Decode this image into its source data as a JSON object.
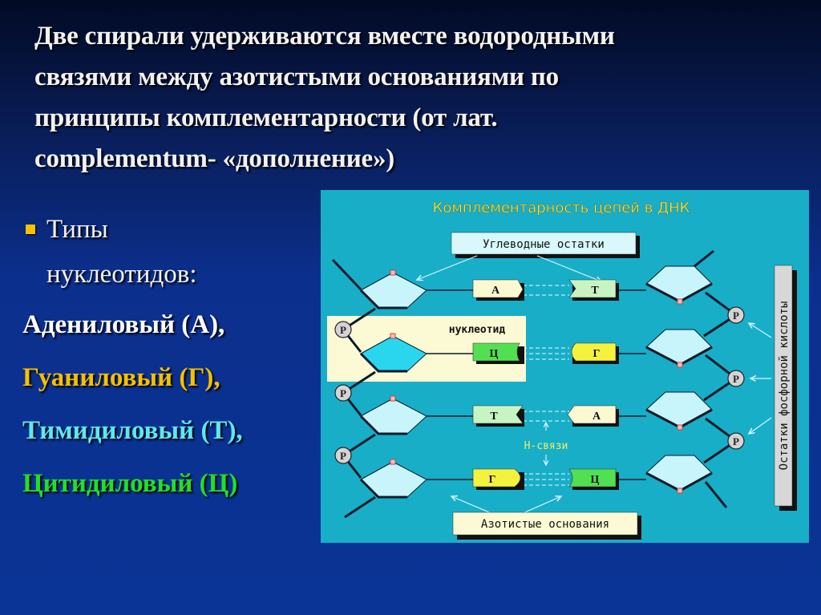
{
  "slide": {
    "title_lines": [
      "Две спирали удерживаются вместе водородными",
      "связями между азотистыми основаниями по",
      "принципы комплементарности (от лат.",
      "complementum- «дополнение»)"
    ],
    "bullet": {
      "icon": "square-bullet-icon",
      "color": "#f5c200",
      "lines": [
        "Типы",
        "нуклеотидов:"
      ]
    },
    "nucleotide_types": [
      {
        "label": "Адениловый (А),",
        "color": "#ffffff"
      },
      {
        "label": "Гуаниловый (Г),",
        "color": "#f5c000"
      },
      {
        "label": "Тимидиловый (Т),",
        "color": "#5de8f0"
      },
      {
        "label": "Цитидиловый (Ц)",
        "color": "#22e022"
      }
    ]
  },
  "diagram": {
    "title": "Комплементарность цепей в ДНК",
    "label_carbs": "Углеводные остатки",
    "label_bases": "Азотистые основания",
    "label_phosphates": "Остатки фосфорной кислоты",
    "label_nucleotide": "нуклеотид",
    "label_hbonds": "Н-связи",
    "phosphate_symbol": "Р",
    "pairs": [
      {
        "left": "А",
        "right": "Т"
      },
      {
        "left": "Ц",
        "right": "Г"
      },
      {
        "left": "Т",
        "right": "А"
      },
      {
        "left": "Г",
        "right": "Ц"
      }
    ],
    "colors": {
      "panel": "#18aec8",
      "sugar": "#c8f4fc",
      "sugar_highlight": "#2ad6ee",
      "label_box": "#d8f8fc",
      "nucleotide_box": "#fcfad4",
      "adenine": "#fcf8d0",
      "thymine": "#c8f4c4",
      "guanine": "#f4f23c",
      "cytosine": "#52e052",
      "title": "#f0f060"
    }
  }
}
